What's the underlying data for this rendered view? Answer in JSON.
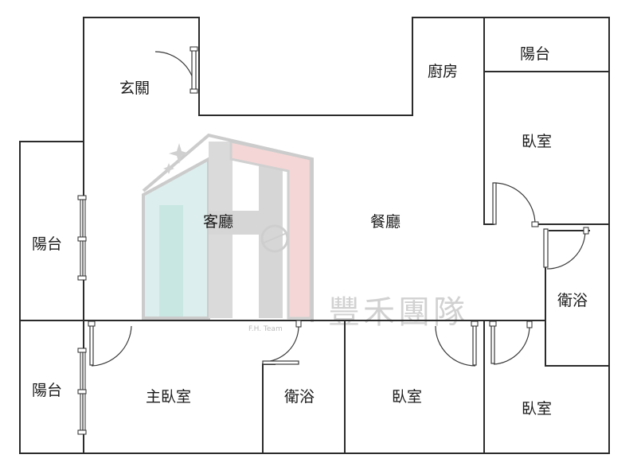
{
  "rooms": {
    "entrance": "玄關",
    "kitchen": "廚房",
    "balcony_top_right": "陽台",
    "bedroom_top_right": "臥室",
    "living_room": "客廳",
    "dining_room": "餐廳",
    "balcony_left_upper": "陽台",
    "balcony_left_lower": "陽台",
    "bathroom_right": "衛浴",
    "master_bedroom": "主臥室",
    "bathroom_bottom": "衛浴",
    "bedroom_bottom_middle": "臥室",
    "bedroom_bottom_right": "臥室"
  },
  "watermark": {
    "brand_text": "豐禾團隊",
    "sub_text": "F.H. Team"
  },
  "colors": {
    "wall": "#2b2b2b",
    "logo_teal": "#bfe3df",
    "logo_pink": "#f4cfcf",
    "logo_gray": "#cfcfcf"
  }
}
